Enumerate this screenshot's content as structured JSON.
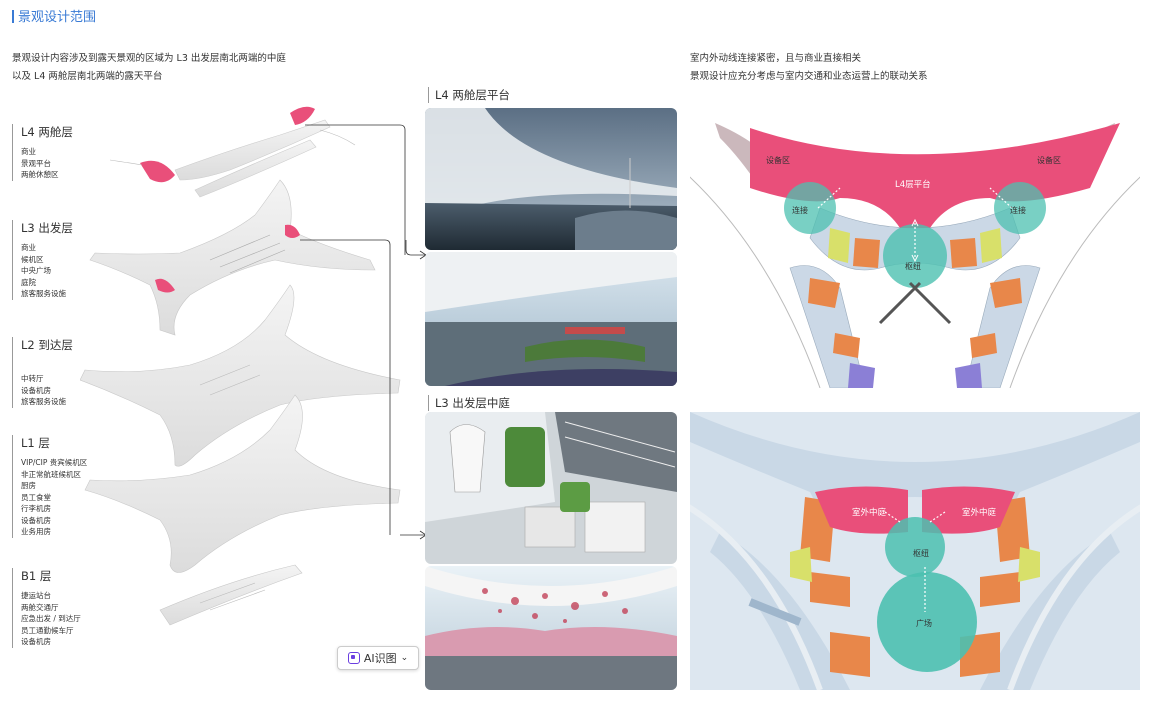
{
  "title": "景观设计范围",
  "intro_left": [
    "景观设计内容涉及到露天景观的区域为 L3 出发层南北两端的中庭",
    "以及 L4 两舱层南北两端的露天平台"
  ],
  "intro_right": [
    "室内外动线连接紧密，且与商业直接相关",
    "景观设计应充分考虑与室内交通和业态运营上的联动关系"
  ],
  "levels": [
    {
      "name": "L4 两舱层",
      "items": [
        "商业",
        "景观平台",
        "两舱休憩区"
      ]
    },
    {
      "name": "L3 出发层",
      "items": [
        "商业",
        "候机区",
        "中央广场",
        "庭院",
        "旅客服务设施"
      ]
    },
    {
      "name": "L2 到达层",
      "items": [
        "中转厅",
        "设备机房",
        "旅客服务设施"
      ]
    },
    {
      "name": "L1 层",
      "items": [
        "VIP/CIP 贵宾候机区",
        "非正常航班候机区",
        "厨房",
        "员工食堂",
        "行李机房",
        "设备机房",
        "业务用房"
      ]
    },
    {
      "name": "B1 层",
      "items": [
        "捷运站台",
        "两舱交通厅",
        "应急出发 / 到达厅",
        "员工通勤候车厅",
        "设备机房"
      ]
    }
  ],
  "section_l4": "L4 两舱层平台",
  "section_l3": "L3 出发层中庭",
  "plan_top": {
    "left_equip": "设备区",
    "right_equip": "设备区",
    "platform": "L4层平台",
    "link_left": "连接",
    "link_right": "连接",
    "hub": "枢纽"
  },
  "plan_bottom": {
    "left_court": "室外中庭",
    "right_court": "室外中庭",
    "hub": "枢纽",
    "plaza": "广场"
  },
  "ai_button": "AI识图",
  "colors": {
    "accent": "#e94f7a",
    "teal": "#4cc0b0",
    "orange": "#e8874a",
    "purple": "#8b7fd6",
    "lime": "#d8e06a",
    "blue_title": "#3a7bd5"
  }
}
